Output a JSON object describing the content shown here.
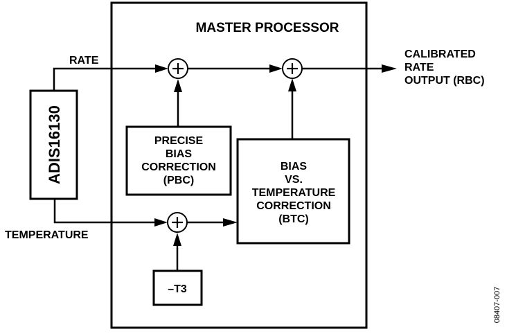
{
  "diagram": {
    "master_processor": {
      "title": "MASTER PROCESSOR"
    },
    "sensor": {
      "label": "ADIS16130"
    },
    "signals": {
      "rate": "RATE",
      "temperature": "TEMPERATURE",
      "output": [
        "CALIBRATED",
        "RATE",
        "OUTPUT (RBC)"
      ]
    },
    "blocks": {
      "pbc": [
        "PRECISE",
        "BIAS",
        "CORRECTION",
        "(PBC)"
      ],
      "btc": [
        "BIAS",
        "VS.",
        "TEMPERATURE",
        "CORRECTION",
        "(BTC)"
      ],
      "t3": "–T3"
    },
    "summing_junctions": [
      "sum-rate-pbc",
      "sum-btc",
      "sum-temperature-t3"
    ],
    "figure_id": "08407-007"
  }
}
